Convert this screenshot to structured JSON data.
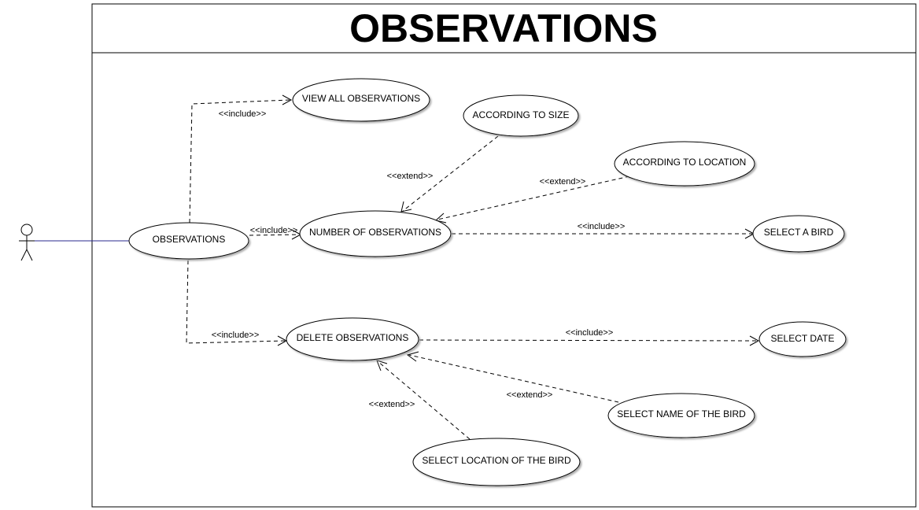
{
  "title": "OBSERVATIONS",
  "colors": {
    "line": "#000000",
    "association": "#2a2a8c",
    "background": "#ffffff",
    "shadow": "#9a9a9a"
  },
  "actor": {
    "icon": "stick-figure-actor-icon"
  },
  "use_cases": {
    "observations": "OBSERVATIONS",
    "view_all": "VIEW ALL OBSERVATIONS",
    "by_size": "ACCORDING TO SIZE",
    "by_location": "ACCORDING TO LOCATION",
    "number": "NUMBER OF OBSERVATIONS",
    "select_bird": "SELECT A BIRD",
    "delete": "DELETE OBSERVATIONS",
    "select_date": "SELECT DATE",
    "select_name": "SELECT NAME OF THE BIRD",
    "select_location": "SELECT LOCATION OF THE BIRD"
  },
  "relations": {
    "include": "<<include>>",
    "extend": "<<extend>>"
  }
}
